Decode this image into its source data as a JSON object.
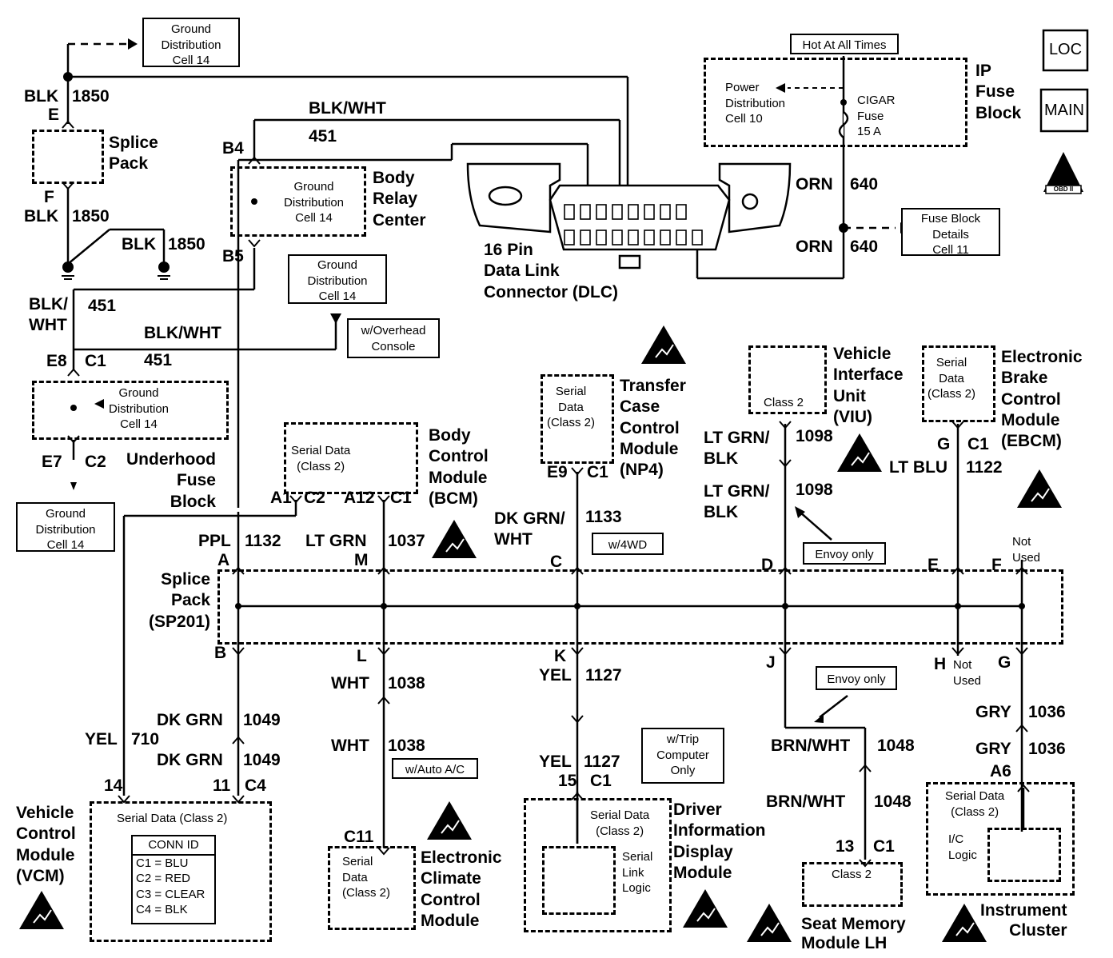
{
  "labels": {
    "gd_top": "Ground\nDistribution\nCell 14",
    "blk": "BLK",
    "blk_wht": "BLK/WHT",
    "blk_slash": "BLK/",
    "wht": "WHT",
    "c1850": "1850",
    "c451": "451",
    "E": "E",
    "F": "F",
    "splice_pack": "Splice\nPack",
    "B4": "B4",
    "B5": "B5",
    "body_relay_center": "Body\nRelay\nCenter",
    "gd_brc": "Ground\nDistribution\nCell 14",
    "gd_mid": "Ground\nDistribution\nCell 14",
    "overhead": "w/Overhead\nConsole",
    "E8": "E8",
    "C1": "C1",
    "E7": "E7",
    "C2": "C2",
    "gd_uh": "Ground\nDistribution\nCell 14",
    "underhood": "Underhood\nFuse\nBlock",
    "gd_bottom": "Ground\nDistribution\nCell 14",
    "hot": "Hot At All Times",
    "power_dist": "Power\nDistribution\nCell 10",
    "cigar": "CIGAR\nFuse\n15 A",
    "ip_fuse": "IP\nFuse\nBlock",
    "orn": "ORN",
    "c640": "640",
    "fuse_details": "Fuse Block\nDetails\nCell 11",
    "dlc": "16 Pin\nData Link\nConnector (DLC)",
    "loc": "LOC",
    "main": "MAIN",
    "obd": "OBD II",
    "serial_c2": "Serial Data\n(Class 2)",
    "bcm": "Body\nControl\nModule\n(BCM)",
    "A1": "A1",
    "A12": "A12",
    "tccm_serial": "Serial\nData\n(Class 2)",
    "tccm": "Transfer\nCase\nControl\nModule\n(NP4)",
    "E9": "E9",
    "class2": "Class 2",
    "viu": "Vehicle\nInterface\nUnit\n(VIU)",
    "ebcm_serial": "Serial\nData\n(Class 2)",
    "ebcm": "Electronic\nBrake\nControl\nModule\n(EBCM)",
    "G": "G",
    "lt_grn_blk": "LT GRN/\nBLK",
    "c1098": "1098",
    "lt_blu": "LT BLU",
    "c1122": "1122",
    "dk_grn_wht": "DK GRN/\nWHT",
    "c1133": "1133",
    "w4wd": "w/4WD",
    "envoy": "Envoy only",
    "ppl": "PPL",
    "c1132": "1132",
    "lt_grn": "LT GRN",
    "c1037": "1037",
    "A": "A",
    "M": "M",
    "C": "C",
    "D": "D",
    "Fpin": "F",
    "not_used": "Not\nUsed",
    "sp201": "Splice\nPack\n(SP201)",
    "B": "B",
    "L": "L",
    "K": "K",
    "J": "J",
    "H": "H",
    "Gpin": "G",
    "wht_lbl": "WHT",
    "c1038": "1038",
    "yel": "YEL",
    "c1127": "1127",
    "brn_wht": "BRN/WHT",
    "c1048": "1048",
    "gry": "GRY",
    "c1036": "1036",
    "dk_grn": "DK GRN",
    "c1049": "1049",
    "c710": "710",
    "n14": "14",
    "n11": "11",
    "C4": "C4",
    "vcm": "Vehicle\nControl\nModule\n(VCM)",
    "vcm_serial": "Serial  Data   (Class 2)",
    "conn_id": "CONN ID",
    "conn_rows": "C1 = BLU\nC2 = RED\nC3 = CLEAR\nC4 = BLK",
    "w_auto": "w/Auto A/C",
    "C11": "C11",
    "eccm_serial": "Serial\nData\n(Class 2)",
    "eccm": "Electronic\nClimate\nControl\nModule",
    "trip": "w/Trip\nComputer\nOnly",
    "n15": "15",
    "did_serial": "Serial Data\n(Class 2)",
    "serial_link": "Serial\nLink\nLogic",
    "did": "Driver\nInformation\nDisplay\nModule",
    "n13": "13",
    "seat": "Seat Memory\nModule LH",
    "A6": "A6",
    "ic_serial": "Serial Data\n(Class 2)",
    "ic_logic": "I/C\nLogic",
    "cluster": "Instrument\nCluster"
  },
  "colors": {
    "ink": "#000000",
    "paper": "#ffffff"
  }
}
